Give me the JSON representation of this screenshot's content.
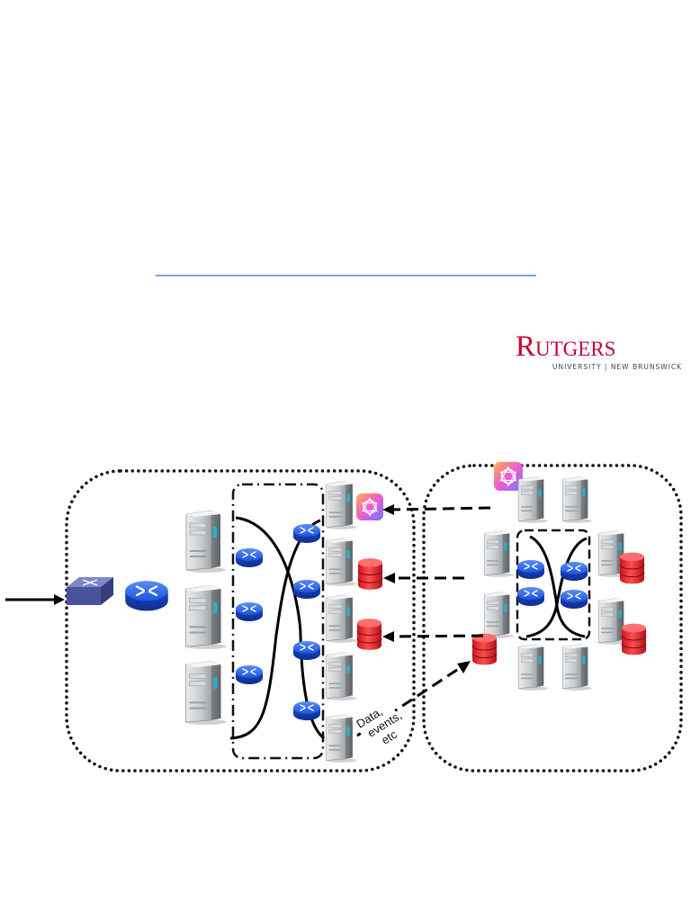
{
  "logo": {
    "wordmark": "Rutgers",
    "subtitle": "UNIVERSITY | NEW BRUNSWICK",
    "color": "#cc0033"
  },
  "diagram": {
    "annotation_lines": [
      "Data,",
      "events,",
      "etc"
    ],
    "colors": {
      "router": "#1d53e0",
      "database": "#e0262b",
      "server": "#bfc3c6",
      "divider": "#7aa7e8"
    },
    "icons": [
      "switch-icon",
      "router-icon",
      "server-icon",
      "database-icon",
      "ai-app-icon"
    ]
  }
}
